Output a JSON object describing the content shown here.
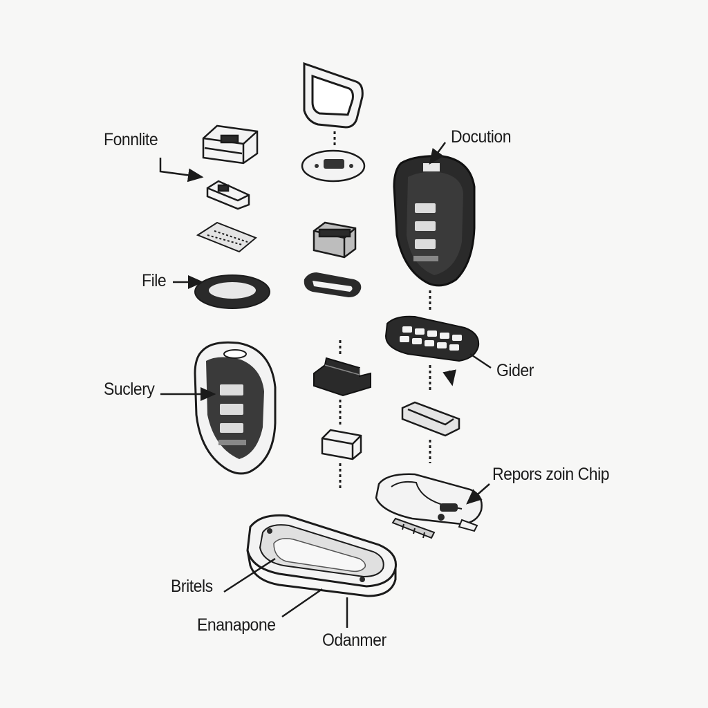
{
  "diagram": {
    "labels": {
      "fonnlite": "Fonnlite",
      "file": "File",
      "suclery": "Suclery",
      "docution": "Docution",
      "gider": "Gider",
      "repors_zoin_chip": "Repors zoin Chip",
      "britels": "Britels",
      "enanapone": "Enanapone",
      "odanmer": "Odanmer"
    },
    "colors": {
      "ink": "#1b1b1b",
      "dark_fill": "#2a2a2a",
      "light_fill": "#f3f3f3",
      "mid_fill": "#cfcfcf",
      "background": "#f7f7f6"
    }
  }
}
